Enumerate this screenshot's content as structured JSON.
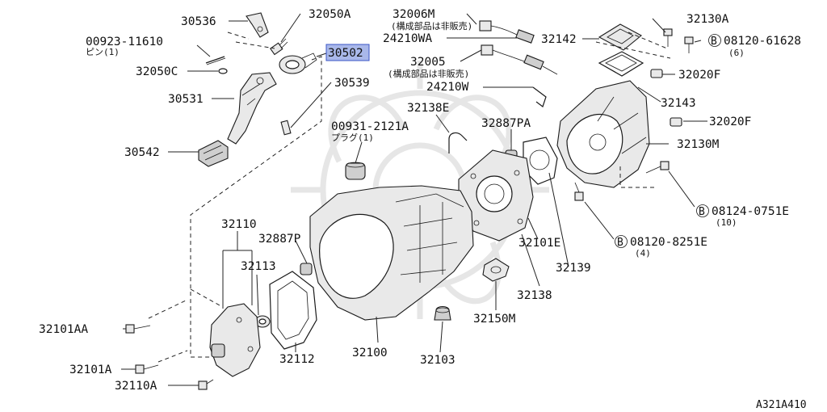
{
  "diagram_id": "A321A410",
  "highlighted_part": "30502",
  "callouts": {
    "p30536": "30536",
    "p32050A": "32050A",
    "p32006M": "32006M",
    "p32006M_note": "(構成部品は非販売)",
    "p32130A": "32130A",
    "p00923": "00923-11610",
    "p00923_note": "ピン(1)",
    "p24210WA": "24210WA",
    "p32142": "32142",
    "p08120_61628": "08120-61628",
    "p08120_61628_qty": "(6)",
    "p30502": "30502",
    "p32005": "32005",
    "p32005_note": "(構成部品は非販売)",
    "p32050C": "32050C",
    "p32020F_top": "32020F",
    "p24210W": "24210W",
    "p30539": "30539",
    "p30531": "30531",
    "p32143": "32143",
    "p32138E": "32138E",
    "p32887PA": "32887PA",
    "p00931": "00931-2121A",
    "p00931_note": "プラグ(1)",
    "p32020F_mid": "32020F",
    "p32130M": "32130M",
    "p30542": "30542",
    "p08124": "08124-0751E",
    "p08124_qty": "(10)",
    "p32110": "32110",
    "p32101E": "32101E",
    "p08120_8251": "08120-8251E",
    "p08120_8251_qty": "(4)",
    "p32887P": "32887P",
    "p32113": "32113",
    "p32139": "32139",
    "p32138": "32138",
    "p32101AA": "32101AA",
    "p32150M": "32150M",
    "p32100": "32100",
    "p32112": "32112",
    "p32103": "32103",
    "p32101A": "32101A",
    "p32110A": "32110A",
    "bolt_marker": "B"
  }
}
